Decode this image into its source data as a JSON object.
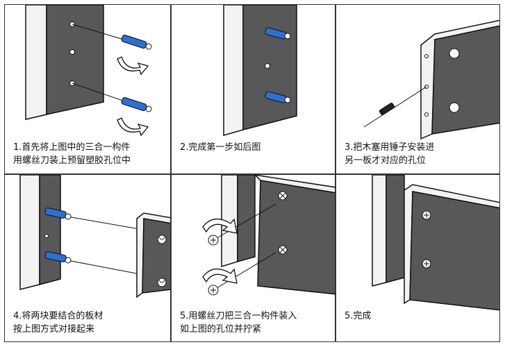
{
  "steps": [
    {
      "line1": "1.首先将上图中的三合一构件",
      "line2": "用螺丝刀装上预留塑胶孔位中"
    },
    {
      "line1": "2.完成第一步如后图",
      "line2": ""
    },
    {
      "line1": "3.把木塞用锤子安装进",
      "line2": "另一板才对应的孔位"
    },
    {
      "line1": "4.将两块要结合的板材",
      "line2": "按上图方式对接起来"
    },
    {
      "line1": "5.用螺丝刀把三合一构件装入",
      "line2": "如上图的孔位并拧紧"
    },
    {
      "line1": "5.完成",
      "line2": ""
    }
  ],
  "colors": {
    "board": "#58575a",
    "board_edge": "#f2f2f2",
    "cam": "#2f6fd0",
    "outline": "#111111"
  }
}
